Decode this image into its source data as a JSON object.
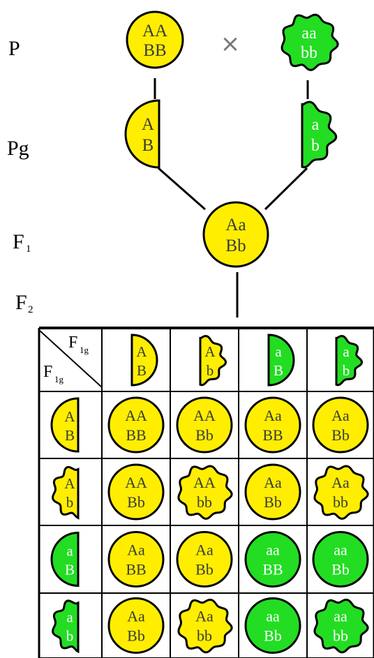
{
  "colors": {
    "yellow": "#ffee00",
    "green": "#22dd22",
    "outline": "#000000",
    "cross": "#777777"
  },
  "labels": {
    "p": "P",
    "pg": "Pg",
    "f1": "F",
    "f1_sub": "1",
    "f2": "F",
    "f2_sub": "2",
    "cross": "×"
  },
  "parents": {
    "left": {
      "genotype_top": "AA",
      "genotype_bottom": "BB",
      "color": "yellow",
      "shape": "round"
    },
    "right": {
      "genotype_top": "aa",
      "genotype_bottom": "bb",
      "color": "green",
      "shape": "wrinkled"
    }
  },
  "parent_gametes": {
    "left": {
      "top": "A",
      "bottom": "B",
      "color": "yellow",
      "shape": "round"
    },
    "right": {
      "top": "a",
      "bottom": "b",
      "color": "green",
      "shape": "wrinkled"
    }
  },
  "f1": {
    "genotype_top": "Aa",
    "genotype_bottom": "Bb",
    "color": "yellow",
    "shape": "round"
  },
  "punnett": {
    "corner_top": "F",
    "corner_top_sub": "1g",
    "corner_bottom": "F",
    "corner_bottom_sub": "1g",
    "column_gametes": [
      {
        "top": "A",
        "bottom": "B",
        "color": "yellow",
        "shape": "round"
      },
      {
        "top": "A",
        "bottom": "b",
        "color": "yellow",
        "shape": "wrinkled"
      },
      {
        "top": "a",
        "bottom": "B",
        "color": "green",
        "shape": "round"
      },
      {
        "top": "a",
        "bottom": "b",
        "color": "green",
        "shape": "wrinkled"
      }
    ],
    "row_gametes": [
      {
        "top": "A",
        "bottom": "B",
        "color": "yellow",
        "shape": "round"
      },
      {
        "top": "A",
        "bottom": "b",
        "color": "yellow",
        "shape": "wrinkled"
      },
      {
        "top": "a",
        "bottom": "B",
        "color": "green",
        "shape": "round"
      },
      {
        "top": "a",
        "bottom": "b",
        "color": "green",
        "shape": "wrinkled"
      }
    ],
    "cells": [
      [
        {
          "top": "AA",
          "bottom": "BB",
          "color": "yellow",
          "shape": "round"
        },
        {
          "top": "AA",
          "bottom": "Bb",
          "color": "yellow",
          "shape": "round"
        },
        {
          "top": "Aa",
          "bottom": "BB",
          "color": "yellow",
          "shape": "round"
        },
        {
          "top": "Aa",
          "bottom": "Bb",
          "color": "yellow",
          "shape": "round"
        }
      ],
      [
        {
          "top": "AA",
          "bottom": "Bb",
          "color": "yellow",
          "shape": "round"
        },
        {
          "top": "AA",
          "bottom": "bb",
          "color": "yellow",
          "shape": "wrinkled"
        },
        {
          "top": "Aa",
          "bottom": "Bb",
          "color": "yellow",
          "shape": "round"
        },
        {
          "top": "Aa",
          "bottom": "bb",
          "color": "yellow",
          "shape": "wrinkled"
        }
      ],
      [
        {
          "top": "Aa",
          "bottom": "BB",
          "color": "yellow",
          "shape": "round"
        },
        {
          "top": "Aa",
          "bottom": "Bb",
          "color": "yellow",
          "shape": "round"
        },
        {
          "top": "aa",
          "bottom": "BB",
          "color": "green",
          "shape": "round"
        },
        {
          "top": "aa",
          "bottom": "Bb",
          "color": "green",
          "shape": "round"
        }
      ],
      [
        {
          "top": "Aa",
          "bottom": "Bb",
          "color": "yellow",
          "shape": "round"
        },
        {
          "top": "Aa",
          "bottom": "bb",
          "color": "yellow",
          "shape": "wrinkled"
        },
        {
          "top": "aa",
          "bottom": "Bb",
          "color": "green",
          "shape": "round"
        },
        {
          "top": "aa",
          "bottom": "bb",
          "color": "green",
          "shape": "wrinkled"
        }
      ]
    ]
  }
}
